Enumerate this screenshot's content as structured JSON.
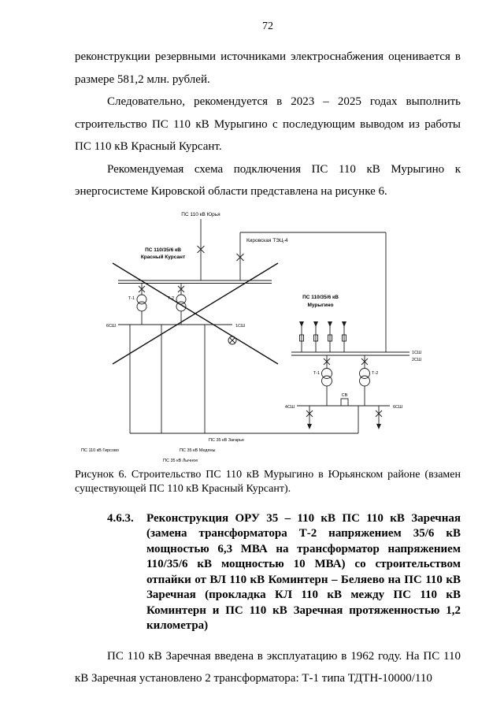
{
  "page": {
    "number": "72"
  },
  "paragraphs": {
    "p1": "реконструкции резервными источниками электроснабжения оценивается в размере 581,2 млн. рублей.",
    "p2": "Следовательно, рекомендуется в 2023 – 2025 годах выполнить строительство ПС 110 кВ Мурыгино с последующим выводом из работы ПС 110 кВ Красный Курсант.",
    "p3": "Рекомендуемая схема подключения ПС 110 кВ Мурыгино к энергосистеме Кировской области представлена на рисунке 6.",
    "p4": "ПС 110 кВ Заречная введена в эксплуатацию в 1962 году. На ПС 110 кВ Заречная установлено 2 трансформатора: Т-1 типа ТДТН-10000/110"
  },
  "figure": {
    "caption": "Рисунок 6. Строительство ПС 110 кВ Мурыгино в Юрьянском районе (взамен существующей ПС 110 кВ Красный Курсант).",
    "labels": {
      "line_yurya": "ПС 110 кВ Юрья",
      "tec4": "Кировская ТЭЦ-4",
      "left_station_1": "ПС 110/35/6 кВ",
      "left_station_2": "Красный Курсант",
      "right_station_1": "ПС 110/35/6 кВ",
      "right_station_2": "Мурыгино",
      "left_t1": "Т-1",
      "left_t2": "Т-2",
      "right_t1": "Т-1",
      "right_t2": "Т-2",
      "left_bus_6": "6СШ",
      "left_bus_1": "1СШ",
      "right_bus_1": "1СШ",
      "right_bus_2": "2СШ",
      "right_bus_4": "4СШ",
      "right_bus_6": "6СШ",
      "sv_breaker": "СВ",
      "ps_girsovo": "ПС 110 кВ Гирсово",
      "ps_zagarye": "ПС 35 кВ Загарье",
      "ps_medyany": "ПС 35 кВ Медяны",
      "ps_lychnoe": "ПС 35 кВ Лычное"
    }
  },
  "section": {
    "number": "4.6.3.",
    "title": "Реконструкция ОРУ 35 – 110 кВ ПС 110 кВ Заречная (замена трансформатора Т-2 напряжением 35/6 кВ мощностью 6,3 МВА на трансформатор напряжением 110/35/6 кВ мощностью 10 МВА) со строительством отпайки от ВЛ 110 кВ Коминтерн – Беляево на ПС 110 кВ Заречная (прокладка КЛ 110 кВ между ПС 110 кВ Коминтерн и ПС 110 кВ Заречная протяженностью 1,2 километра)"
  }
}
